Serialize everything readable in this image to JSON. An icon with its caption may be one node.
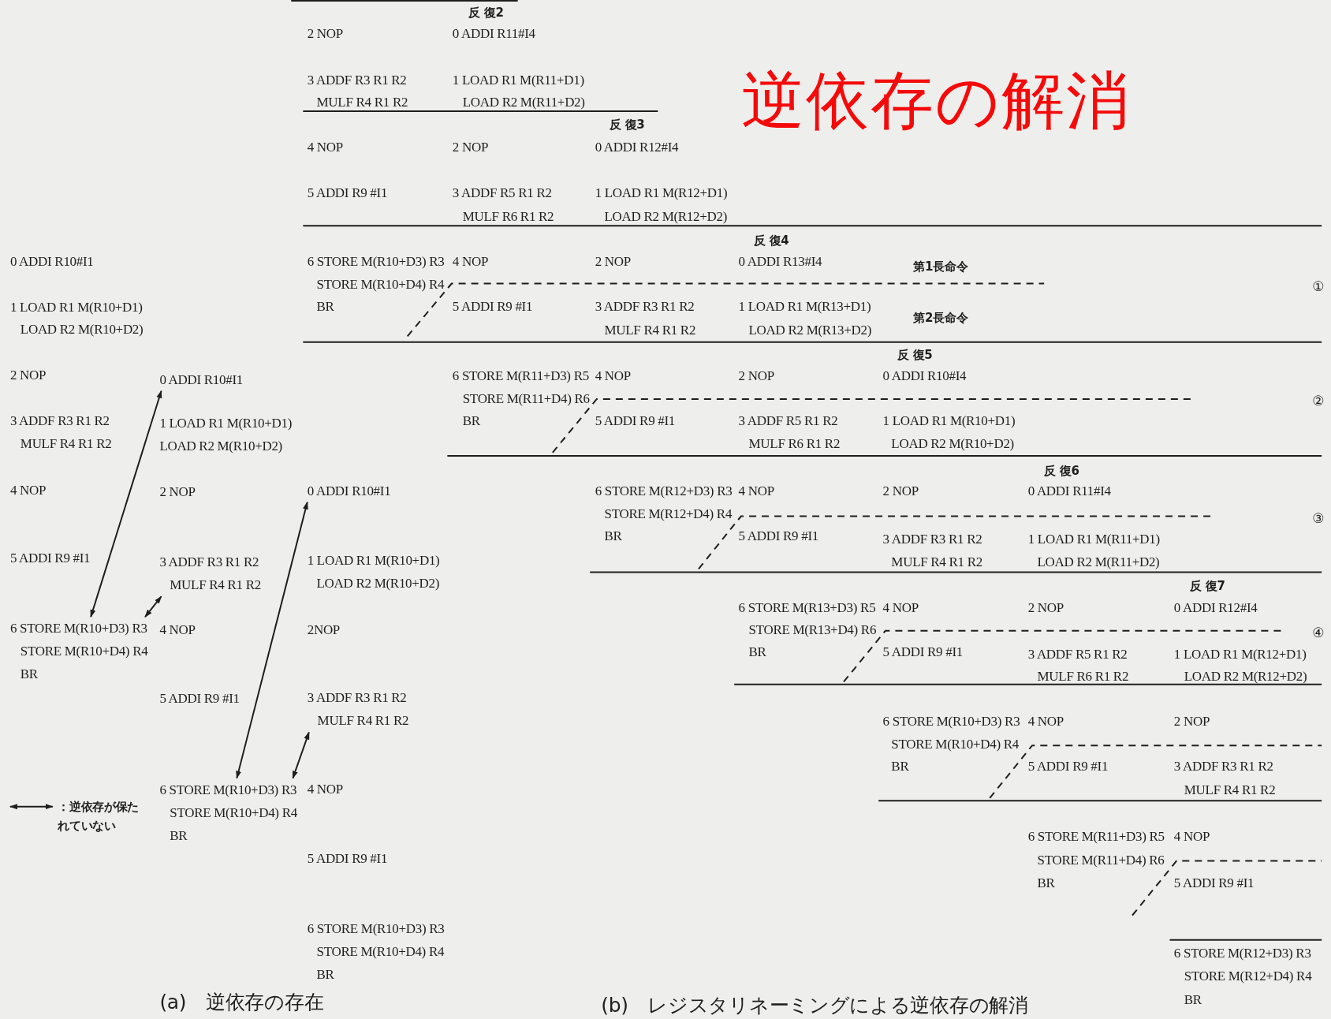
{
  "diagram": {
    "title": "逆依存の解消",
    "nodes": [
      {
        "text": [
          "6 STORE M(R10+D3) R3",
          "STORE M(R10+D4) R4",
          "BR"
        ]
      },
      {
        "text": [
          "0 ADDI R10#I1"
        ]
      },
      {
        "text": [
          "3 ADDF R3 R1 R2",
          "MULF R4 R1 R2"
        ]
      },
      {
        "text": [
          "6 STORE M(R10+D3) R3",
          "STORE M(R10+D4) R4",
          "BR"
        ]
      },
      {
        "text": [
          "0 ADDI R10#I1"
        ]
      },
      {
        "text": [
          "3 ADDF R3 R1 R2",
          "MULF R4 R1 R2"
        ]
      }
    ],
    "edges": [
      {
        "from": 0,
        "to": 1,
        "arrow": "both"
      },
      {
        "from": 0,
        "to": 2,
        "arrow": "both"
      },
      {
        "from": 3,
        "to": 4,
        "arrow": "both"
      },
      {
        "from": 3,
        "to": 5,
        "arrow": "both"
      }
    ],
    "labels": [
      "0 ADDI R10#I1",
      "1 LOAD R1 M(R10+D1)",
      "LOAD R2 M(R10+D2)",
      "2 NOP",
      "3 ADDF R3 R1 R2",
      "MULF R4 R1 R2",
      "4 NOP",
      "5 ADDI R9 #I1",
      "1 LOAD R1 M(R10+D1)",
      "LOAD R2 M(R10+D2)",
      "2 NOP",
      "4 NOP",
      "5 ADDI R9 #I1",
      "1 LOAD R1 M(R10+D1)",
      "LOAD R2 M(R10+D2)",
      "2NOP",
      "4 NOP",
      "5 ADDI R9 #I1",
      "6 STORE M(R10+D3) R3",
      "STORE M(R10+D4) R4",
      "BR",
      "(a)　逆依存の存在",
      "反 復2",
      "2 NOP",
      "0 ADDI R11#I4",
      "3 ADDF R3 R1 R2",
      "1 LOAD R1 M(R11+D1)",
      "MULF R4 R1 R2",
      "LOAD R2 M(R11+D2)",
      "反 復3",
      "4 NOP",
      "2 NOP",
      "0 ADDI R12#I4",
      "5 ADDI R9 #I1",
      "3 ADDF R5 R1 R2",
      "1 LOAD R1 M(R12+D1)",
      "MULF R6 R1 R2",
      "LOAD R2 M(R12+D2)",
      "反 復4",
      "6 STORE M(R10+D3) R3",
      "4 NOP",
      "2 NOP",
      "0 ADDI R13#I4",
      "第1長命令",
      "STORE M(R10+D4) R4",
      "①",
      "BR",
      "5 ADDI R9 #I1",
      "3 ADDF R3 R1 R2",
      "1 LOAD R1 M(R13+D1)",
      "第2長命令",
      "MULF R4 R1 R2",
      "LOAD R2 M(R13+D2)",
      "反 復5",
      "6 STORE M(R11+D3) R5",
      "4 NOP",
      "2 NOP",
      "0 ADDI R10#I4",
      "STORE M(R11+D4) R6",
      "②",
      "BR",
      "5 ADDI R9 #I1",
      "3 ADDF R5 R1 R2",
      "1 LOAD R1 M(R10+D1)",
      "MULF R6 R1 R2",
      "LOAD R2 M(R10+D2)",
      "反 復6",
      "6 STORE M(R12+D3) R3",
      "4 NOP",
      "2 NOP",
      "0 ADDI R11#I4",
      "STORE M(R12+D4) R4",
      "③",
      "BR",
      "5 ADDI R9 #I1",
      "3 ADDF R3 R1 R2",
      "1 LOAD R1 M(R11+D1)",
      "MULF R4 R1 R2",
      "LOAD R2 M(R11+D2)",
      "反 復7",
      "6 STORE M(R13+D3) R5",
      "4 NOP",
      "2 NOP",
      "0 ADDI R12#I4",
      "STORE M(R13+D4) R6",
      "④",
      "BR",
      "5 ADDI R9 #I1",
      "3 ADDF R5 R1 R2",
      "1 LOAD R1 M(R12+D1)",
      "MULF R6 R1 R2",
      "LOAD R2 M(R12+D2)",
      "6 STORE M(R10+D3) R3",
      "4 NOP",
      "2 NOP",
      "STORE M(R10+D4) R4",
      "BR",
      "5 ADDI R9 #I1",
      "3 ADDF R3 R1 R2",
      "MULF R4 R1 R2",
      "6 STORE M(R11+D3) R5",
      "4 NOP",
      "STORE M(R11+D4) R6",
      "BR",
      "5 ADDI R9 #I1",
      "6 STORE M(R12+D3) R3",
      "STORE M(R12+D4) R4",
      "BR",
      "(b)　レジスタリネーミングによる逆依存の解消"
    ],
    "legend": [
      {
        "text": "：逆依存が保たれていない"
      }
    ]
  }
}
